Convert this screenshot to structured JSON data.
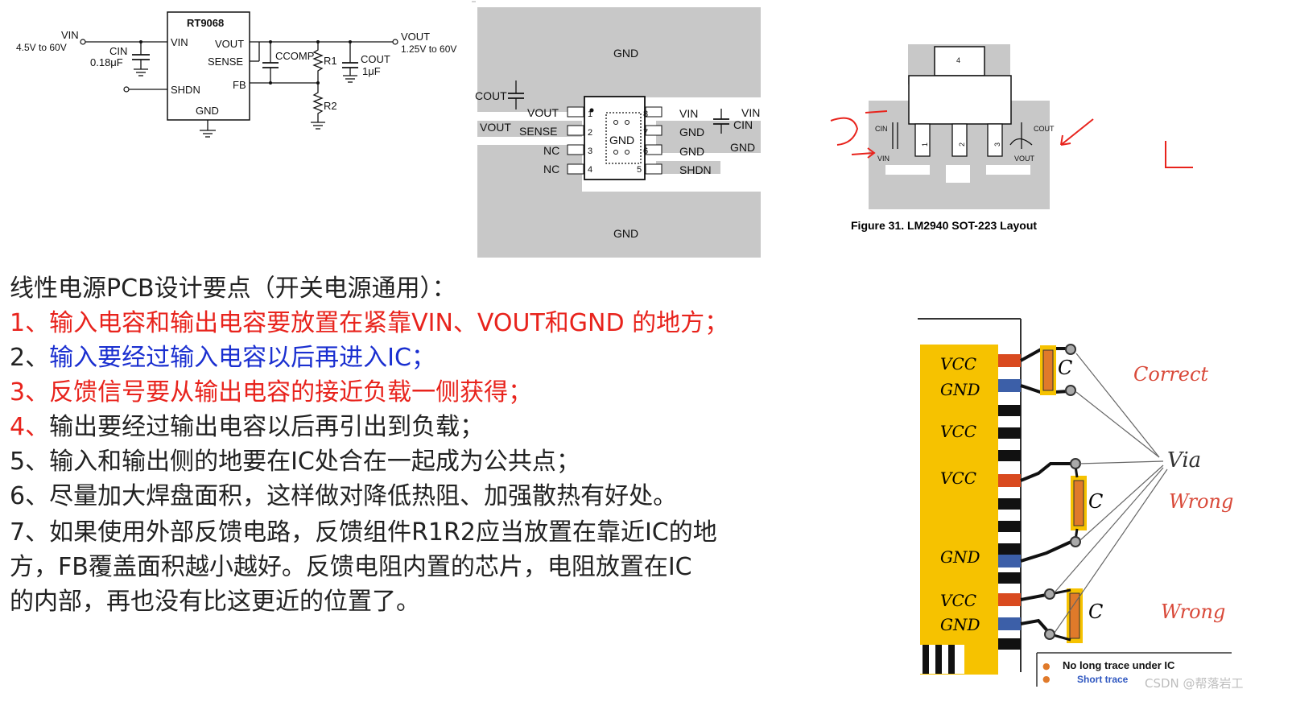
{
  "schematic": {
    "chip_name": "RT9068",
    "pins_left": [
      "VIN",
      "SHDN"
    ],
    "pins_right": [
      "VOUT",
      "SENSE",
      "FB"
    ],
    "pin_bottom": "GND",
    "vin_label": "VIN",
    "vin_range": "4.5V to 60V",
    "cin_label": "CIN",
    "cin_value": "0.18μF",
    "ccomp_label": "CCOMP",
    "r1_label": "R1",
    "r2_label": "R2",
    "cout_label": "COUT",
    "cout_value": "1μF",
    "vout_label": "VOUT",
    "vout_range": "1.25V to 60V"
  },
  "pcb_layout": {
    "gnd_top": "GND",
    "gnd_bottom": "GND",
    "gnd_pad": "GND",
    "gnd_right": "GND",
    "cout_label": "COUT",
    "vout_label": "VOUT",
    "cin_label": "CIN",
    "vin_label": "VIN",
    "left_pins": [
      {
        "num": "1",
        "name": "VOUT"
      },
      {
        "num": "2",
        "name": "SENSE"
      },
      {
        "num": "3",
        "name": "NC"
      },
      {
        "num": "4",
        "name": "NC"
      }
    ],
    "right_pins": [
      {
        "num": "8",
        "name": "VIN"
      },
      {
        "num": "7",
        "name": "GND"
      },
      {
        "num": "6",
        "name": "GND"
      },
      {
        "num": "5",
        "name": "SHDN"
      }
    ]
  },
  "sot223": {
    "tab_num": "4",
    "pins": [
      "1",
      "2",
      "3"
    ],
    "cin": "CIN",
    "cout": "COUT",
    "vin": "VIN",
    "vout": "VOUT",
    "caption": "Figure 31.  LM2940 SOT-223 Layout"
  },
  "tips": {
    "heading": "线性电源PCB设计要点（开关电源通用）：",
    "item1": "1、输入电容和输出电容要放置在紧靠VIN、VOUT和GND 的地方；",
    "item2_num": "2、",
    "item2_text": "输入要经过输入电容以后再进入IC；",
    "item3": "3、反馈信号要从输出电容的接近负载一侧获得；",
    "item4_num": "4、",
    "item4_text": "输出要经过输出电容以后再引出到负载；",
    "item5": "5、输入和输出侧的地要在IC处合在一起成为公共点；",
    "item6": "6、尽量加大焊盘面积，这样做对降低热阻、加强散热有好处。",
    "item7_line1": "7、如果使用外部反馈电路，反馈组件R1R2应当放置在靠近IC的地",
    "item7_line2": "方，FB覆盖面积越小越好。反馈电阻内置的芯片，电阻放置在IC",
    "item7_line3": "的内部，再也没有比这更近的位置了。"
  },
  "decap_diagram": {
    "pin_labels": [
      "VCC",
      "GND",
      "VCC",
      "VCC",
      "GND",
      "VCC",
      "GND"
    ],
    "cap_label": "C",
    "correct": "Correct",
    "via": "Via",
    "wrong1": "Wrong",
    "wrong2": "Wrong",
    "legend1": "No long trace under IC",
    "legend2": "Short trace",
    "watermark": "CSDN @帮落岩工"
  },
  "colors": {
    "red_text": "#e8231c",
    "blue_text": "#1a2fd0",
    "chip_yellow": "#f6c200",
    "copper_gray": "#c8c8c8",
    "cap_orange": "#e07a2a"
  }
}
